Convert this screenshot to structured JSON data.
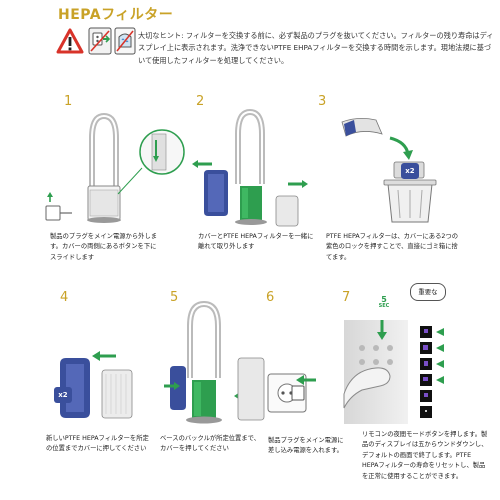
{
  "title": "HEPAフィルター",
  "intro": "大切なヒント: フィルターを交換する前に、必ず製品のプラグを抜いてください。フィルターの残り寿命はディスプレイ上に表示されます。洗浄できないPTFE EHPAフィルターを交換する時間を示します。現地法規に基づいて使用したフィルターを処理してください。",
  "icons": [
    "warning-icon",
    "unplug-icon",
    "no-wash-icon"
  ],
  "colors": {
    "accent": "#c9a227",
    "green": "#2e9e4f",
    "blue": "#3a4f9c",
    "warning_red": "#d8332a"
  },
  "steps": [
    {
      "number": "1",
      "caption": "製品のプラグをメイン電源から外します。カバーの両側にあるボタンを下にスライドします"
    },
    {
      "number": "2",
      "caption": "カバーとPTFE HEPAフィルターを一緒に離れて取り外します"
    },
    {
      "number": "3",
      "caption": "PTFE HEPAフィルターは、カバーにある2つの紫色のロックを押すことで、直接にゴミ箱に捨てます。",
      "badge": "x2"
    },
    {
      "number": "4",
      "caption": "新しいPTFE HEPAフィルターを所定の位置までカバーに押してください",
      "badge": "x2"
    },
    {
      "number": "5",
      "caption": "ベースのバックルが所定位置まで、カバーを押してください"
    },
    {
      "number": "6",
      "caption": "製品プラグをメイン電源に差し込み電源を入れます。"
    },
    {
      "number": "7",
      "caption": "リモコンの夜間モードボタンを押します。製品のディスプレイは五からウンドダウンし、デフォルトの画面で終了します。PTFE HEPAフィルターの寿命をリセットし、製品を正常に使用することができます。",
      "seconds_value": "5",
      "seconds_unit": "SEC",
      "important": "重要な"
    }
  ]
}
